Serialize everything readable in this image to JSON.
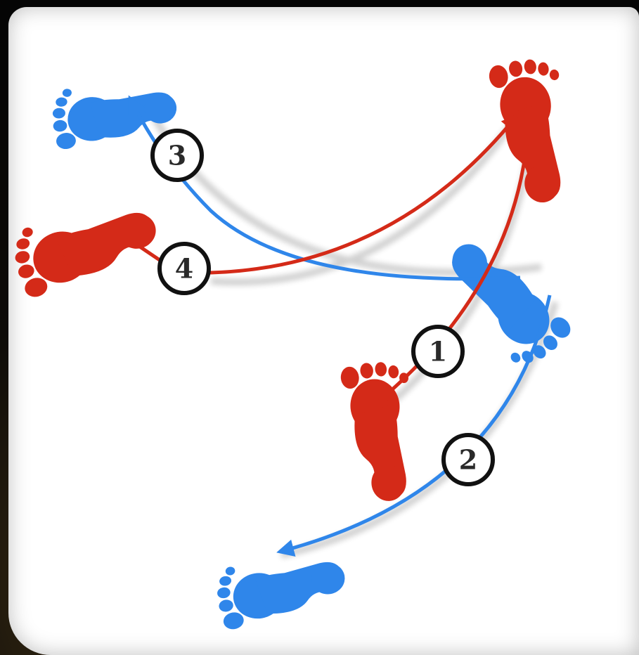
{
  "colors": {
    "left_foot": "#d42a18",
    "right_foot": "#2f86ea",
    "badge_stroke": "#111111",
    "badge_fill": "#ffffff"
  },
  "feet": [
    {
      "id": "red-foot-top-right",
      "side": "left",
      "color_key": "left_foot"
    },
    {
      "id": "red-foot-left",
      "side": "left",
      "color_key": "left_foot"
    },
    {
      "id": "red-foot-center",
      "side": "left",
      "color_key": "left_foot"
    },
    {
      "id": "blue-foot-top-left",
      "side": "right",
      "color_key": "right_foot"
    },
    {
      "id": "blue-foot-right",
      "side": "right",
      "color_key": "right_foot"
    },
    {
      "id": "blue-foot-bottom",
      "side": "right",
      "color_key": "right_foot"
    }
  ],
  "steps": [
    {
      "label": "1",
      "color_key": "left_foot"
    },
    {
      "label": "2",
      "color_key": "right_foot"
    },
    {
      "label": "3",
      "color_key": "right_foot"
    },
    {
      "label": "4",
      "color_key": "left_foot"
    }
  ]
}
